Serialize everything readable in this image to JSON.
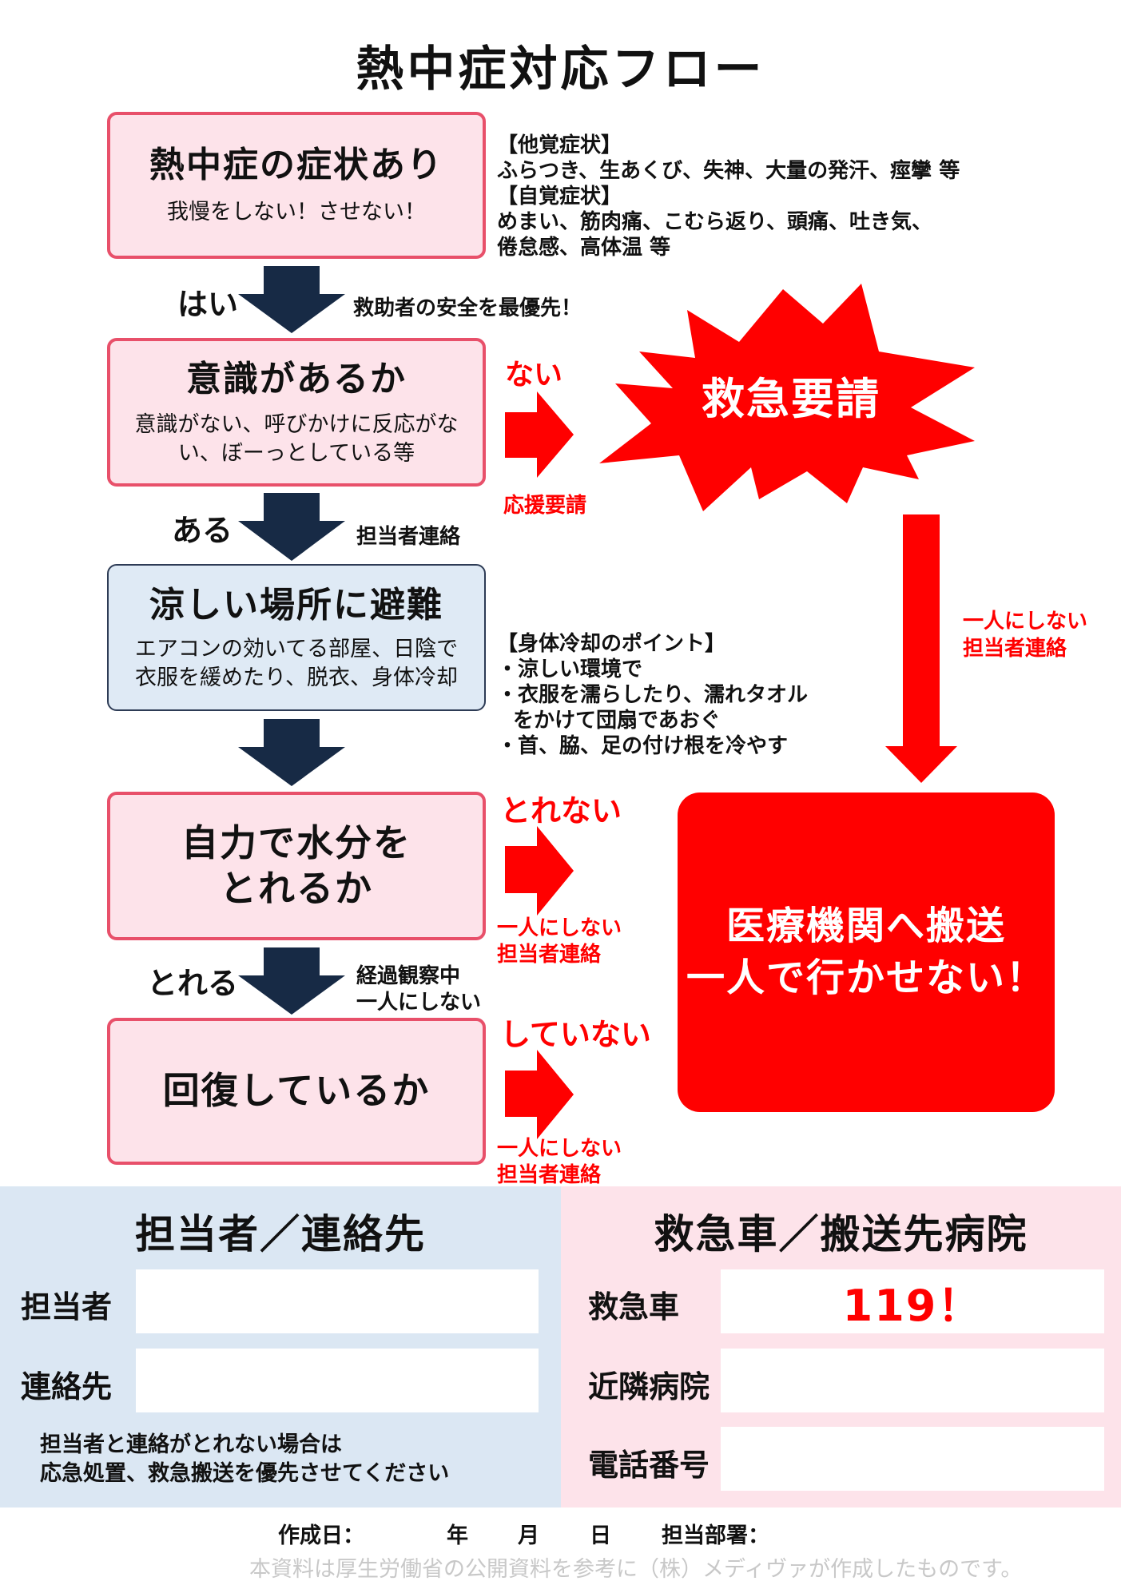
{
  "title": "熱中症対応フロー",
  "step1": {
    "title": "熱中症の症状あり",
    "sub": "我慢をしない！させない！",
    "other_head": "【他覚症状】",
    "other_body": "ふらつき、生あくび、失神、大量の発汗、痙攣 等",
    "self_head": "【自覚症状】",
    "self_body1": "めまい、筋肉痛、こむら返り、頭痛、吐き気、",
    "self_body2": "倦怠感、高体温 等"
  },
  "arrow1": {
    "label": "はい",
    "note": "救助者の安全を最優先！"
  },
  "step2": {
    "title": "意識があるか",
    "sub1": "意識がない、呼びかけに反応がな",
    "sub2": "い、ぼーっとしている等",
    "no_label": "ない",
    "no_note": "応援要請"
  },
  "emergency_call": "救急要請",
  "arrow2": {
    "label": "ある",
    "note": "担当者連絡"
  },
  "side_note": {
    "line1": "一人にしない",
    "line2": "担当者連絡"
  },
  "step3": {
    "title": "涼しい場所に避難",
    "sub1": "エアコンの効いてる部屋、日陰で",
    "sub2": "衣服を緩めたり、脱衣、身体冷却",
    "points_head": "【身体冷却のポイント】",
    "point1": "・涼しい環境で",
    "point2": "・衣服を濡らしたり、濡れタオル",
    "point2b": "をかけて団扇であおぐ",
    "point3": "・首、脇、足の付け根を冷やす"
  },
  "step4": {
    "title1": "自力で水分を",
    "title2": "とれるか",
    "no_label": "とれない",
    "note1": "一人にしない",
    "note2": "担当者連絡"
  },
  "hospital": {
    "line1": "医療機関へ搬送",
    "line2": "一人で行かせない！"
  },
  "arrow4": {
    "label": "とれる",
    "note1": "経過観察中",
    "note2": "一人にしない"
  },
  "step5": {
    "title": "回復しているか",
    "no_label": "していない",
    "note1": "一人にしない",
    "note2": "担当者連絡"
  },
  "contact_panel": {
    "heading": "担当者／連絡先",
    "person_label": "担当者",
    "phone_label": "連絡先",
    "note1": "担当者と連絡がとれない場合は",
    "note2": "応急処置、救急搬送を優先させてください"
  },
  "ambulance_panel": {
    "heading": "救急車／搬送先病院",
    "ambulance_label": "救急車",
    "ambulance_value": "119！",
    "hospital_label": "近隣病院",
    "tel_label": "電話番号"
  },
  "footer": {
    "created": "作成日：",
    "year": "年",
    "month": "月",
    "day": "日",
    "dept": "担当部署："
  },
  "credit": "本資料は厚生労働省の公開資料を参考に（株）メディヴァが作成したものです。",
  "colors": {
    "pink_fill": "#fde3ea",
    "pink_border": "#e8506a",
    "red": "#ff0000",
    "navy": "#172a45",
    "blue_fill": "#dfeaf5"
  }
}
